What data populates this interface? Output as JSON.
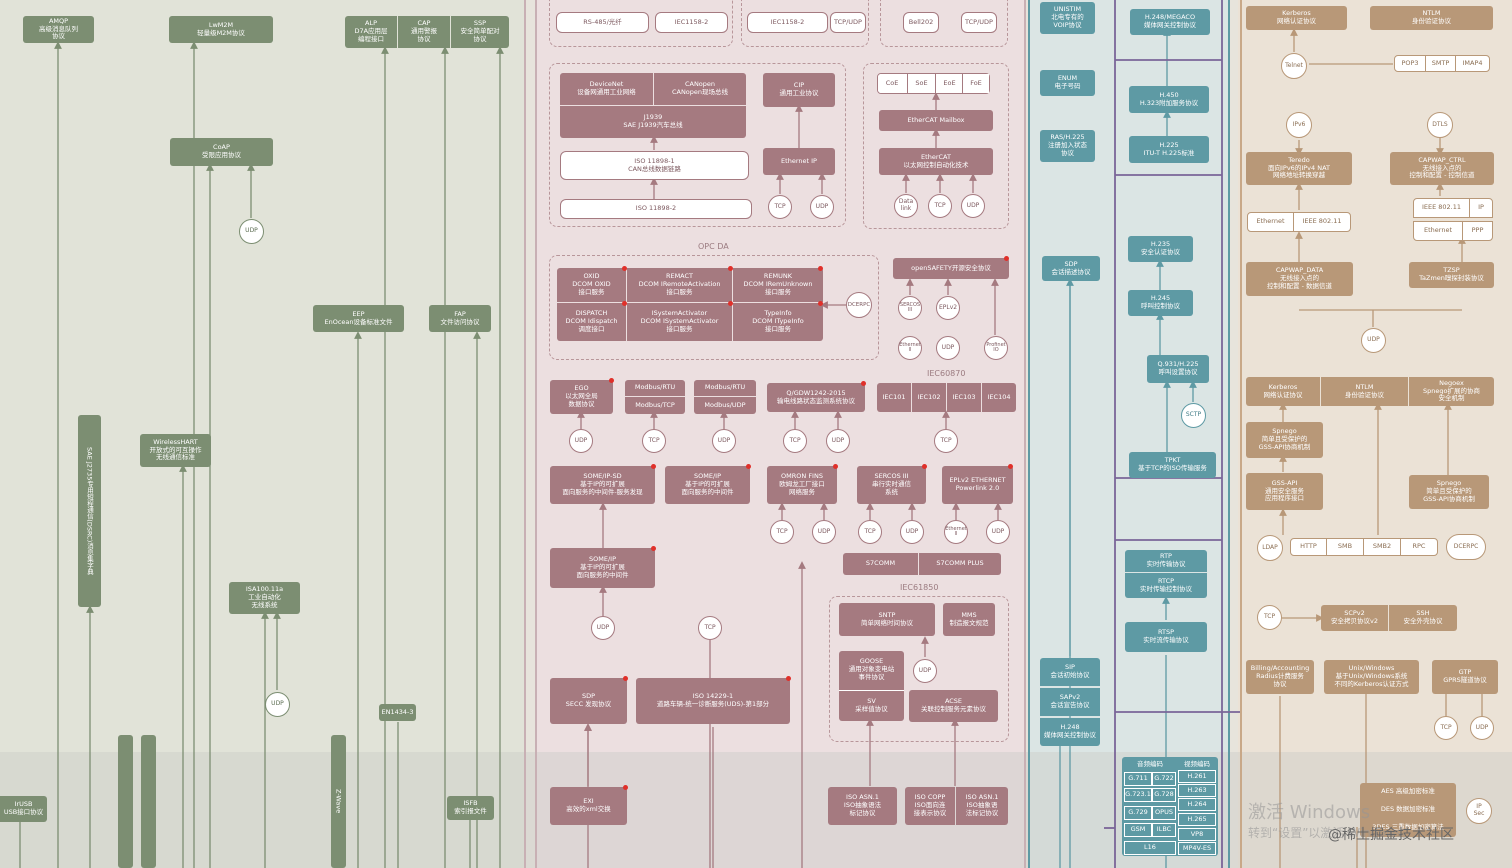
{
  "green": {
    "amqp": "AMQP\n高级消息队列\n协议",
    "lwm2m": "LwM2M\n轻量级M2M协议",
    "alp": "ALP\nD7A应用层\n编程接口",
    "cap": "CAP\n通用警报\n协议",
    "ssp": "SSP\n安全简单配对\n协议",
    "coap": "CoAP\n受限应用协议",
    "udp_coap": "UDP",
    "eep": "EEP\nEnOcean设备标准文件",
    "fap": "FAP\n文件访问协议",
    "sae": "SAE J2735专用短程通信(DSRC)消息集字典",
    "whart": "WirelessHART\n开放式的可互操作\n无线通信标准",
    "isa": "ISA100.11a\n工业自动化\n无线系统",
    "udp_isa": "UDP",
    "en1434": "EN1434-3",
    "irusb": "IrUSB\nUSB接口协议",
    "isfb": "ISFB\n索引报文件",
    "zwave": "Z-Wave"
  },
  "rose": {
    "rs485": "RS-485/光纤",
    "iec1158a": "IEC1158-2",
    "iec1158b": "IEC1158-2",
    "tcpudp1": "TCP/UDP",
    "bell202": "Bell202",
    "tcpudp2": "TCP/UDP",
    "devicenet": "DeviceNet\n设备网通用工业网络",
    "canopen": "CANopen\nCANopen现场总线",
    "j1939": "J1939\nSAE J1939汽车总线",
    "iso11898_1": "ISO 11898-1\nCAN总线数据链路",
    "iso11898_2": "ISO 11898-2",
    "cip": "CIP\n通用工业协议",
    "ethip": "Ethernet IP",
    "tcp_eip": "TCP",
    "udp_eip": "UDP",
    "coe": "CoE",
    "soe": "SoE",
    "eoe": "EoE",
    "foe": "FoE",
    "ethercat_mb": "EtherCAT Mailbox",
    "ethercat": "EtherCAT\n以太网控制自动化技术",
    "datalink": "Data\nlink",
    "tcp_ecat": "TCP",
    "udp_ecat": "UDP",
    "opcda": "OPC DA",
    "oxid": "OXID\nDCOM OXID\n接口服务",
    "remact": "REMACT\nDCOM IRemoteActivation\n接口服务",
    "remunk": "REMUNK\nDCOM IRemUnknown\n接口服务",
    "dispatch": "DISPATCH\nDCOM Idispatch\n调度接口",
    "isysact": "ISystemActivator\nDCOM ISystemActivator\n接口服务",
    "typeinfo": "TypeInfo\nDCOM ITypeInfo\n接口服务",
    "dcerpc": "DCERPC",
    "opensafety": "openSAFETY开源安全协议",
    "sercos": "SERCOS\nIII",
    "eplv2": "EPLv2",
    "ethernet2": "Ethernet\nII",
    "udp_os": "UDP",
    "profinet": "Profinet\nIO",
    "iec60870": "IEC60870",
    "ego": "EGO\n以太网全局\n数据协议",
    "modbus1a": "Modbus/RTU",
    "modbus1b": "Modbus/TCP",
    "modbus2a": "Modbus/RTU",
    "modbus2b": "Modbus/UDP",
    "qgdw": "Q/GDW1242-2015\n输电线路状态监测系统协议",
    "iec101": "IEC101",
    "iec102": "IEC102",
    "iec103": "IEC103",
    "iec104": "IEC104",
    "udp_ego": "UDP",
    "tcp_mb1": "TCP",
    "udp_mb2": "UDP",
    "tcp_qg": "TCP",
    "udp_qg": "UDP",
    "tcp_iec": "TCP",
    "someipsd": "SOME/IP-SD\n基于IP的可扩展\n面向服务的中间件-服务发现",
    "someip1": "SOME/IP\n基于IP的可扩展\n面向服务的中间件",
    "omron": "OMRON FINS\n欧姆龙工厂接口\n网络服务",
    "sercos3": "SERCOS III\n串行实时通信\n系统",
    "epl": "EPLv2 ETHERNET\nPowerlink 2.0",
    "tcp_om": "TCP",
    "udp_om": "UDP",
    "tcp_se": "TCP",
    "udp_se": "UDP",
    "eth_epl": "Ethernet\nII",
    "udp_epl": "UDP",
    "s7comm": "S7COMM",
    "s7plus": "S7COMM PLUS",
    "someip2": "SOME/IP\n基于IP的可扩展\n面向服务的中间件",
    "udp_sip": "UDP",
    "tcp_mid": "TCP",
    "iec61850": "IEC61850",
    "sntp": "SNTP\n简单网络时间协议",
    "mms": "MMS\n制造报文规范",
    "goose": "GOOSE\n通用对象变电站\n事件协议",
    "sv": "SV\n采样值协议",
    "udp_goose": "UDP",
    "acse": "ACSE\n关联控制服务元素协议",
    "sdp": "SDP\nSECC 发现协议",
    "iso14229": "ISO 14229-1\n道路车辆-统一诊断服务(UDS)-第1部分",
    "exi": "EXI\n高效的xml交换",
    "asn1a": "ISO ASN.1\nISO抽象语法\n标记协议",
    "copp": "ISO COPP\nISO面向连\n接表示协议",
    "asn1b": "ISO ASN.1\nISO抽象语\n法标记协议"
  },
  "teal": {
    "unistim": "UNISTIM\n北电专有的\nVOIP协议",
    "enum": "ENUM\n电子号码",
    "ras": "RAS/H.225\n注册加入状态\n协议",
    "sdp": "SDP\n会话描述协议",
    "sip": "SIP\n会话初始协议",
    "sapv2": "SAPv2\n会话宣告协议",
    "h248b": "H.248\n媒体网关控制协议",
    "h248": "H.248/MEGACO\n媒体网关控制协议",
    "h450": "H.450\nH.323附加服务协议",
    "h225": "H.225\nITU-T H.225标准",
    "h235": "H.235\n安全认证协议",
    "h245": "H.245\n呼叫控制协议",
    "q931": "Q.931/H.225\n呼叫设置协议",
    "sctp": "SCTP",
    "tpkt": "TPKT\n基于TCP的ISO传输服务",
    "rtp": "RTP\n实时传输协议",
    "rtcp": "RTCP\n实时传输控制协议",
    "rtsp": "RTSP\n实时流传输协议",
    "codec_audio": "音频编码",
    "codec_video": "视频编码",
    "audio": [
      "G.711",
      "G.722",
      "G.723.1",
      "G.728",
      "G.729",
      "OPUS",
      "GSM",
      "ILBC"
    ],
    "l16": "L16",
    "video": [
      "H.261",
      "H.263",
      "H.264",
      "H.265",
      "VP8",
      "MP4V-ES"
    ]
  },
  "tan": {
    "kerberos1": "Kerberos\n网络认证协议",
    "ntlm1": "NTLM\n身份验证协议",
    "telnet": "Telnet",
    "pop3": "POP3",
    "smtp": "SMTP",
    "imap4": "IMAP4",
    "ipv6": "IPv6",
    "dtls": "DTLS",
    "teredo": "Teredo\n面向IPv6的IPv4 NAT\n网络地址转换穿越",
    "capwapctrl": "CAPWAP_CTRL\n无线接入点的\n控制和配置 - 控制信道",
    "ethernet1": "Ethernet",
    "ieee80211a": "IEEE 802.11",
    "ieee80211b": "IEEE 802.11",
    "ip": "IP",
    "ethernet2": "Ethernet",
    "ppp": "PPP",
    "capwapdata": "CAPWAP_DATA\n无线接入点的\n控制和配置 - 数据信道",
    "tzsp": "TZSP\nTaZmen嗅探封装协议",
    "udp_cw": "UDP",
    "kerberos2": "Kerberos\n网络认证协议",
    "ntlm2": "NTLM\n身份验证协议",
    "negoex": "Negoex\nSpnego扩展的协商\n安全机制",
    "spnego1": "Spnego\n简单且受保护的\nGSS-API协商机制",
    "gssapi": "GSS-API\n通用安全服务\n应用程序接口",
    "spnego2": "Spnego\n简单且受保护的\nGSS-API协商机制",
    "ldap": "LDAP",
    "http": "HTTP",
    "smb": "SMB",
    "smb2": "SMB2",
    "rpc": "RPC",
    "dcerpc": "DCERPC",
    "tcp_scp": "TCP",
    "scpv2": "SCPv2\n安全拷贝协议v2",
    "ssh": "SSH\n安全外壳协议",
    "radius": "Billing/Accounting\nRadius计费服务\n协议",
    "unix": "Unix/Windows\n基于Unix/Windows系统\n不同的Kerberos认证方式",
    "gtp": "GTP\nGPRS隧道协议",
    "tcp_gtp": "TCP",
    "udp_gtp": "UDP",
    "aes": "AES 高级加密标准",
    "des": "DES 数据加密标准",
    "des3": "3DES 三重数据加密算法",
    "ipsec": "IP\nSec"
  },
  "overlay": {
    "wm1": "激活 Windows",
    "wm2": "转到“设置”以激活 Windows。",
    "credit": "@稀土掘金技术社区"
  }
}
